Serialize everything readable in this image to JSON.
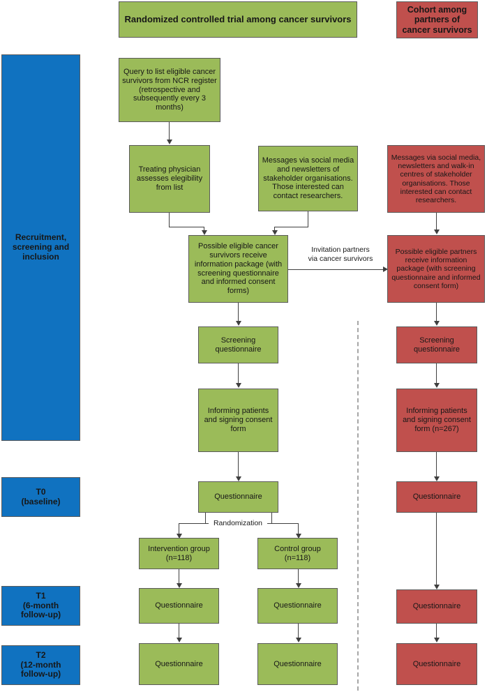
{
  "headers": {
    "trial": "Randomized controlled trial among cancer survivors",
    "cohort": "Cohort among partners of cancer survivors"
  },
  "phases": [
    {
      "label": "Recruitment, screening and inclusion"
    },
    {
      "label": "T0\n(baseline)"
    },
    {
      "label": "T1\n(6-month follow-up)"
    },
    {
      "label": "T2\n(12-month follow-up)"
    }
  ],
  "phase_lines": {
    "recruitment": "Recruitment, screening and inclusion",
    "t0_line1": "T0",
    "t0_line2": "(baseline)",
    "t1_line1": "T1",
    "t1_line2": "(6-month",
    "t1_line3": "follow-up)",
    "t2_line1": "T2",
    "t2_line2": "(12-month",
    "t2_line3": "follow-up)"
  },
  "trial_column": {
    "query": "Query to list eligible cancer survivors from NCR register (retrospective and subsequently every 3 months)",
    "physician": "Treating physician assesses elegibility from list",
    "messages": "Messages via social media and newsletters of stakeholder organisations. Those interested can contact researchers.",
    "info_package": "Possible eligible cancer survivors receive information package (with screening questionnaire and informed consent forms)",
    "screening": "Screening questionnaire",
    "consent": "Informing patients and signing consent form",
    "questionnaire_t0": "Questionnaire",
    "intervention_group": "Intervention group (n=118)",
    "control_group": "Control group (n=118)",
    "intervention_q_t1": "Questionnaire",
    "control_q_t1": "Questionnaire",
    "intervention_q_t2": "Questionnaire",
    "control_q_t2": "Questionnaire"
  },
  "cohort_column": {
    "messages": "Messages via social media, newsletters and walk-in centres of stakeholder organisations. Those interested can contact researchers.",
    "info_package": "Possible eligible partners receive information package (with screening questionnaire and informed consent form)",
    "screening": "Screening questionnaire",
    "consent": "Informing patients and signing consent form (n=267)",
    "questionnaire_t0": "Questionnaire",
    "questionnaire_t1": "Questionnaire",
    "questionnaire_t2": "Questionnaire"
  },
  "edge_labels": {
    "invitation_line1": "Invitation partners",
    "invitation_line2": "via cancer survivors",
    "randomization": "Randomization"
  },
  "colors": {
    "green": "#9BBB59",
    "red": "#C0504D",
    "blue": "#1072C0",
    "border": "#5a5a5a",
    "connector": "#3f3f3f",
    "divider": "#a6a6a6"
  }
}
